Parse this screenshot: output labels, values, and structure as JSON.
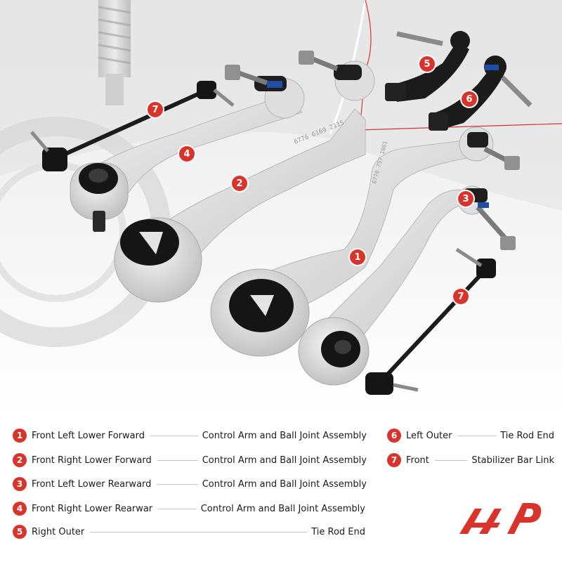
{
  "legend": [
    {
      "num": "1",
      "label": "Front Left Lower Forward",
      "desc": "Control Arm and Ball Joint Assembly"
    },
    {
      "num": "2",
      "label": "Front Right Lower Forward",
      "desc": "Control Arm and Ball Joint Assembly"
    },
    {
      "num": "3",
      "label": "Front Left Lower Rearward",
      "desc": "Control Arm and Ball Joint Assembly"
    },
    {
      "num": "4",
      "label": "Front Right Lower Rearwar",
      "desc": "Control Arm and Ball Joint Assembly"
    },
    {
      "num": "5",
      "label": "Right Outer",
      "desc": "Tie Rod End"
    },
    {
      "num": "6",
      "label": "Left Outer",
      "desc": "Tie Rod End"
    },
    {
      "num": "7",
      "label": "Front",
      "desc": "Stabilizer Bar Link"
    }
  ],
  "callouts": {
    "part_1": "1",
    "part_2": "2",
    "part_3": "3",
    "part_4": "4",
    "part_5": "5",
    "part_6": "6",
    "part_7a": "7",
    "part_7b": "7"
  },
  "arm_stamps": {
    "arm_2": "6776 6169 2115",
    "arm_1": "6770 757 1061"
  },
  "colors": {
    "accent": "#d9342b",
    "text": "#1a1a1a",
    "aluminum": "#e3e3e3",
    "rubber": "#151515"
  },
  "logo": {
    "name": "brand-logo-mark"
  }
}
